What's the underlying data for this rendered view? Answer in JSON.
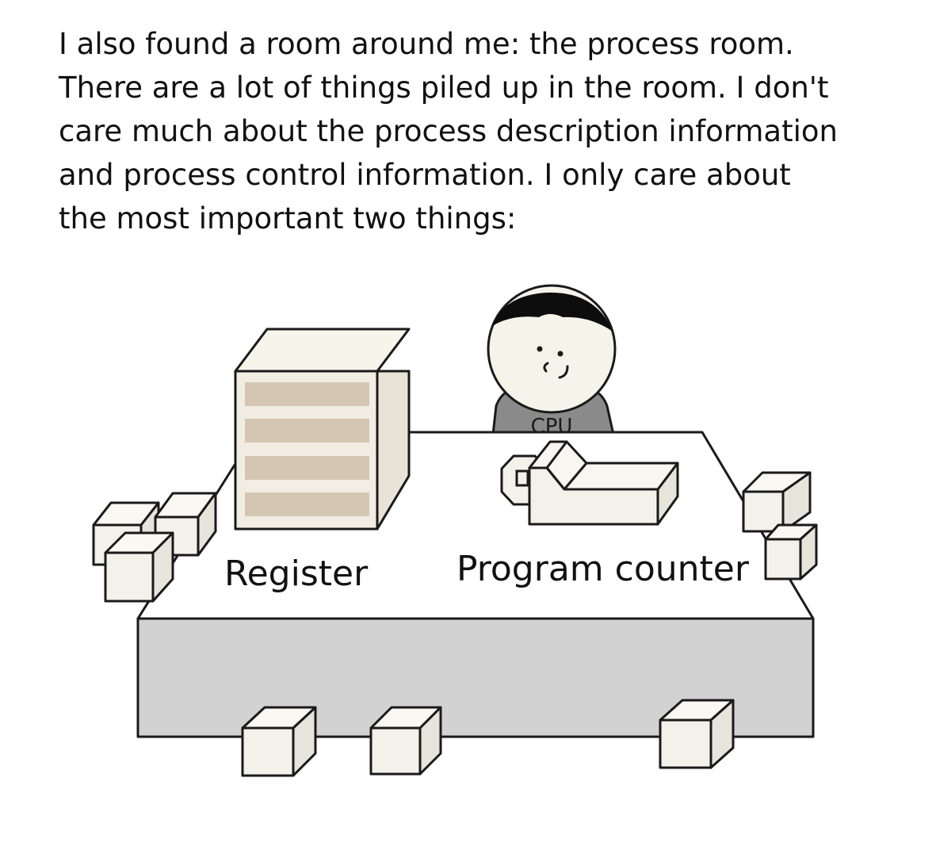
{
  "caption": {
    "text": "I also found a room around me: the process room.\nThere are a lot of things piled up in the room. I don't\ncare much about the process description information\nand process control information. I only care about\nthe most important two things:"
  },
  "scene": {
    "register_label": "Register",
    "program_counter_label": "Program counter",
    "character_shirt": "CPU"
  },
  "colors": {
    "platform_top": "#ffffff",
    "platform_front": "#d2d2d2",
    "register_front": "#f2ede2",
    "register_side": "#e8e3d6",
    "register_slots": "#d3c7b3",
    "box_fill": "#f3f1ea",
    "shirt": "#8a8a8a",
    "hair": "#0d0d0d",
    "face": "#f6f3ea"
  }
}
